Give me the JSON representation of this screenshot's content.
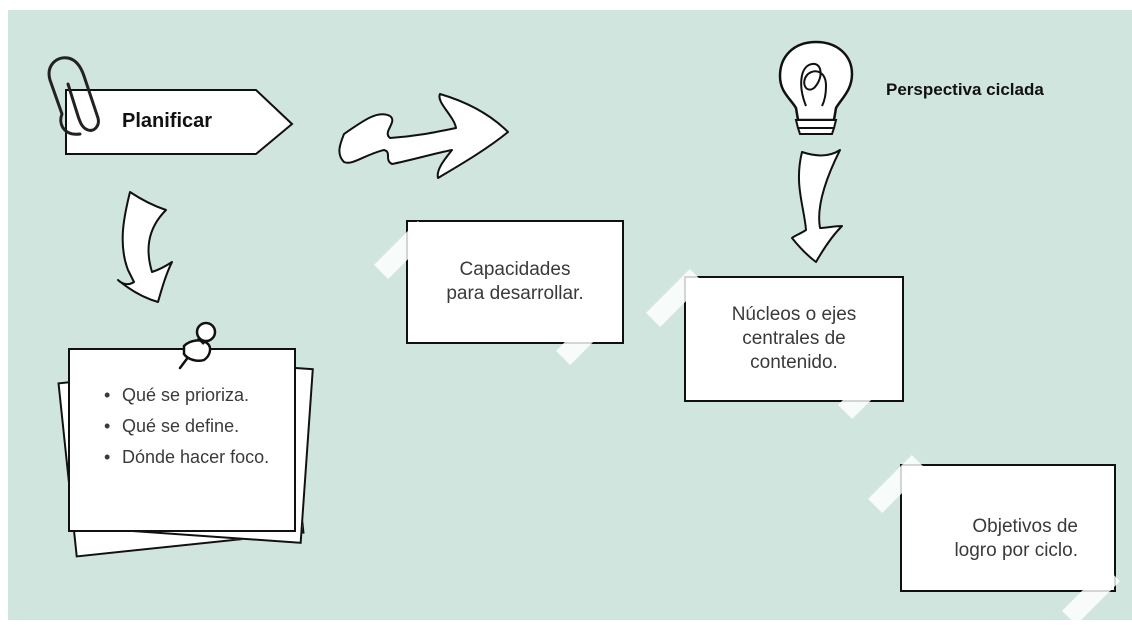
{
  "plan_tag": {
    "label": "Planificar"
  },
  "perspective": {
    "title": "Perspectiva ciclada"
  },
  "boxes": {
    "capacidades": "Capacidades para desarrollar.",
    "nucleos": "Núcleos o ejes centrales de contenido.",
    "objetivos": "Objetivos de logro por ciclo."
  },
  "note": {
    "items": [
      {
        "text": "Qué se prioriza."
      },
      {
        "text": "Qué se define."
      },
      {
        "text": "Dónde hacer foco."
      }
    ]
  },
  "icons": [
    "paperclip-icon",
    "lightbulb-icon",
    "pushpin-icon",
    "arrow-right-icon",
    "curved-arrow-down-icon"
  ],
  "colors": {
    "background": "#d1e5df",
    "ink": "#111111",
    "box": "#ffffff",
    "tape": "#ffffff"
  }
}
